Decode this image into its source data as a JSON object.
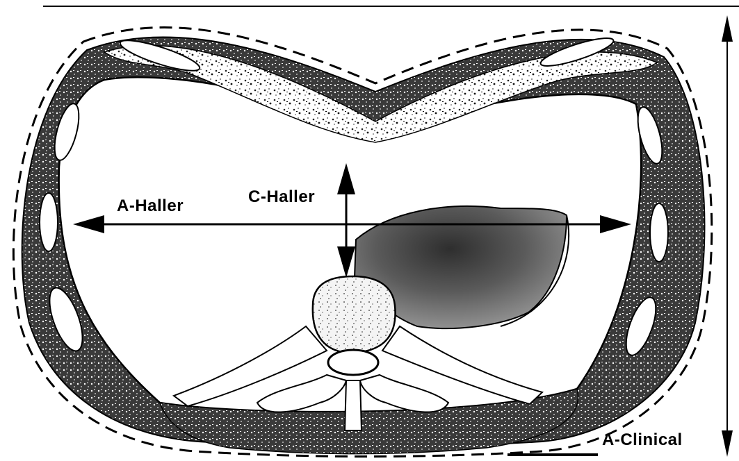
{
  "labels": {
    "a_haller": "A-Haller",
    "c_haller": "C-Haller",
    "a_clinical": "A-Clinical"
  },
  "colors": {
    "ink": "#000000",
    "background": "#ffffff",
    "tissue_dark": "#2a2a2a",
    "tissue_mid": "#6e6e6e",
    "bone_fill": "#f2f2f2"
  }
}
